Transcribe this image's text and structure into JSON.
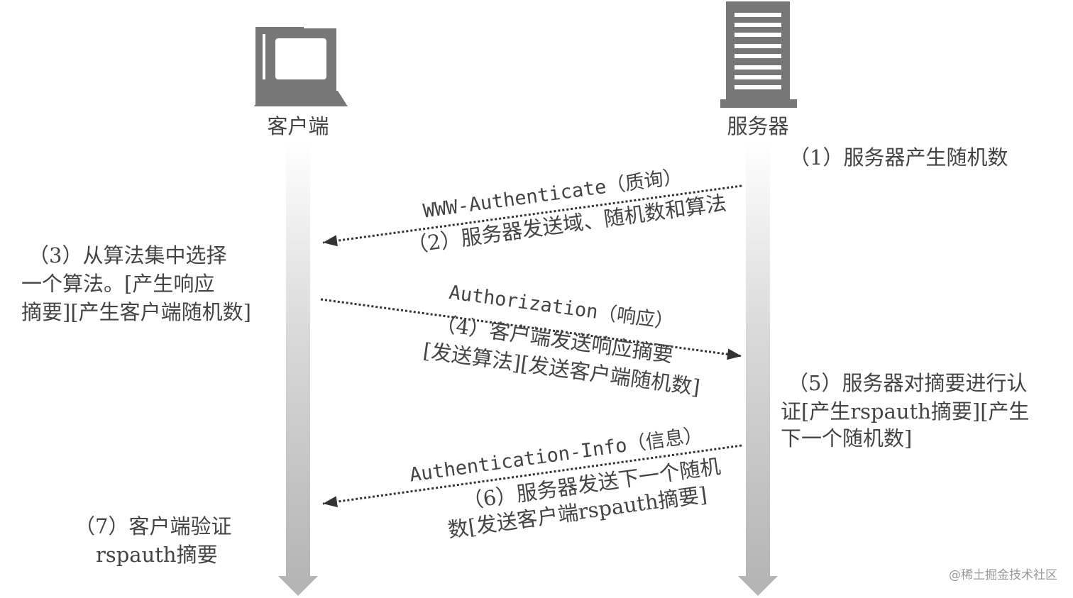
{
  "actors": {
    "client": {
      "label": "客户端",
      "icon": "computer-icon"
    },
    "server": {
      "label": "服务器",
      "icon": "server-icon"
    }
  },
  "colors": {
    "icon": "#777777",
    "text": "#444444",
    "lifeline": "#c8c8c8"
  },
  "steps": {
    "s1": [
      "（1）服务器产生随机数"
    ],
    "s3": [
      "（3）从算法集中选择",
      "一个算法。[产生响应",
      "摘要][产生客户端随机数]"
    ],
    "s5": [
      "（5）服务器对摘要进行认",
      "证[产生rspauth摘要][产生",
      "下一个随机数]"
    ],
    "s7": [
      "（7）客户端验证",
      "rspauth摘要"
    ]
  },
  "messages": [
    {
      "direction": "server-to-client",
      "header": "WWW-Authenticate（质询）",
      "lines": [
        "（2）服务器发送域、随机数和算法"
      ]
    },
    {
      "direction": "client-to-server",
      "header": "Authorization（响应）",
      "lines": [
        "（4）客户端发送响应摘要",
        "[发送算法][发送客户端随机数]"
      ]
    },
    {
      "direction": "server-to-client",
      "header": "Authentication-Info（信息）",
      "lines": [
        "（6）服务器发送下一个随机",
        "数[发送客户端rspauth摘要]"
      ]
    }
  ],
  "watermark": "@稀土掘金技术社区"
}
